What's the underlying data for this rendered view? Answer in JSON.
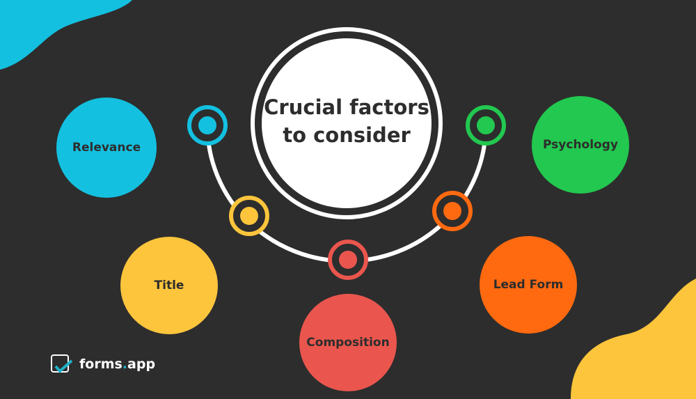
{
  "title_line1": "Crucial factors",
  "title_line2": "to consider",
  "factors": [
    {
      "label": "Relevance",
      "color": "#14c0e0"
    },
    {
      "label": "Title",
      "color": "#fdc53c"
    },
    {
      "label": "Composition",
      "color": "#ea564d"
    },
    {
      "label": "Lead Form",
      "color": "#ff6a10"
    },
    {
      "label": "Psychology",
      "color": "#22c84f"
    }
  ],
  "logo": {
    "name": "forms",
    "dot": ".",
    "suffix": "app"
  }
}
